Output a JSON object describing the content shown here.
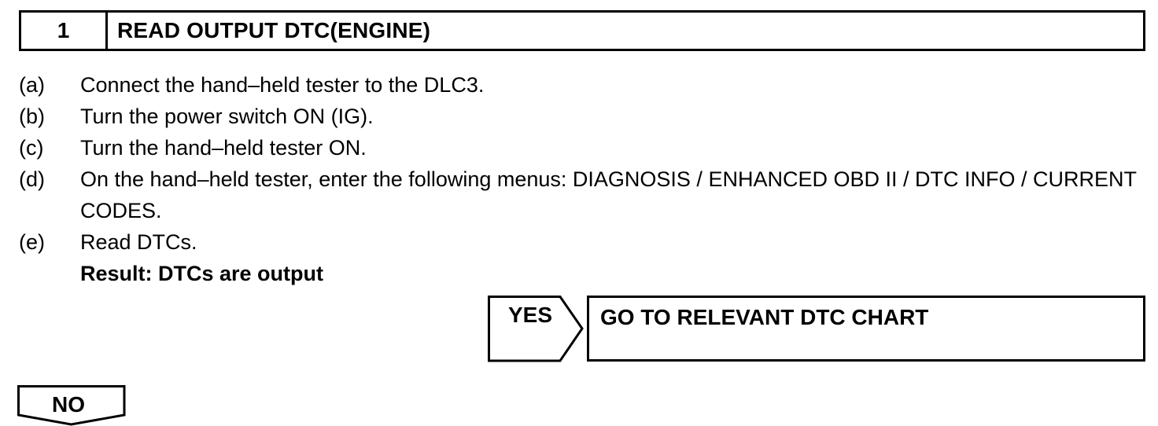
{
  "header": {
    "step_number": "1",
    "title": "READ OUTPUT DTC(ENGINE)"
  },
  "steps": [
    {
      "letter": "(a)",
      "text": "Connect the hand–held tester to the DLC3."
    },
    {
      "letter": "(b)",
      "text": "Turn the power switch ON (IG)."
    },
    {
      "letter": "(c)",
      "text": "Turn the hand–held tester ON."
    },
    {
      "letter": "(d)",
      "text": "On the hand–held tester, enter the following menus: DIAGNOSIS / ENHANCED OBD II / DTC INFO / CURRENT CODES."
    },
    {
      "letter": "(e)",
      "text": "Read DTCs."
    }
  ],
  "result": "Result: DTCs are output",
  "branches": {
    "yes_label": "YES",
    "yes_action": "GO TO RELEVANT DTC CHART",
    "no_label": "NO"
  }
}
